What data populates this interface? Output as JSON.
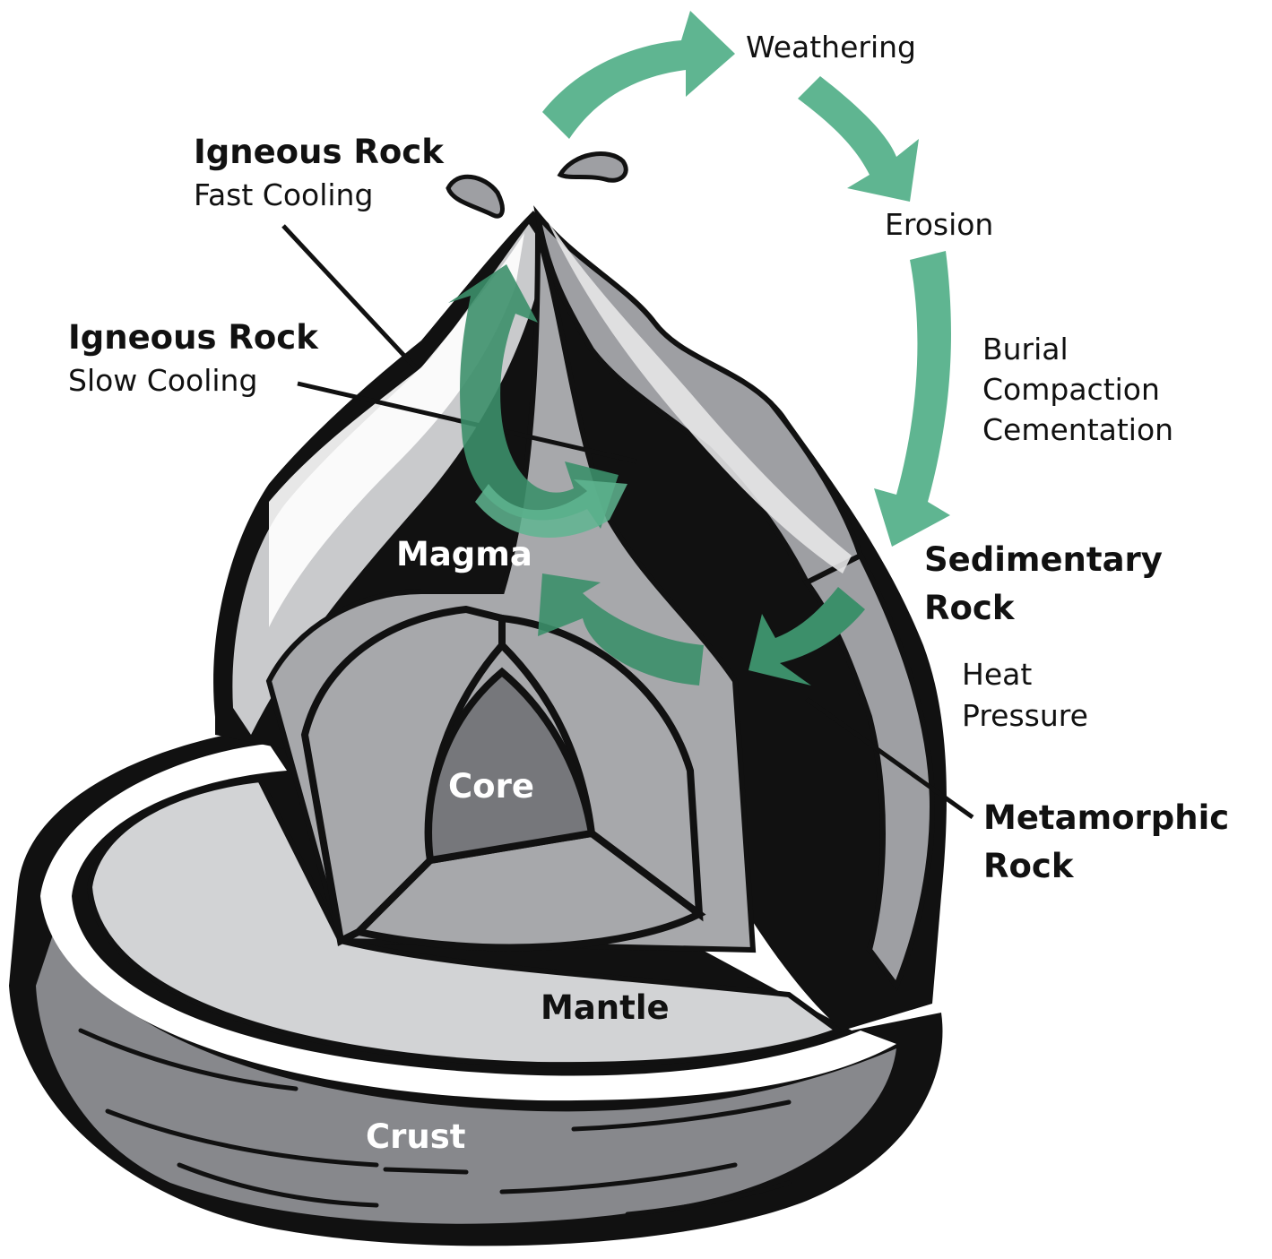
{
  "labels": {
    "weathering": "Weathering",
    "erosion": "Erosion",
    "burial": "Burial",
    "compaction": "Compaction",
    "cementation": "Cementation",
    "sedimentary_1": "Sedimentary",
    "sedimentary_2": "Rock",
    "heat": "Heat",
    "pressure": "Pressure",
    "metamorphic_1": "Metamorphic",
    "metamorphic_2": "Rock",
    "igneous_fast_title": "Igneous Rock",
    "igneous_fast_sub": "Fast Cooling",
    "igneous_slow_title": "Igneous Rock",
    "igneous_slow_sub": "Slow Cooling",
    "magma": "Magma",
    "core": "Core",
    "mantle": "Mantle",
    "crust": "Crust"
  },
  "colors": {
    "arrow_green": "#5fb591",
    "arrow_dark_green": "#3c8f6a",
    "ink": "#111111",
    "crust": "#87888c",
    "mantle": "#d2d3d5",
    "core": "#76777b",
    "magma_chamber": "#a7a8ab",
    "volcano_light": "#c9cacc",
    "sediment": "#9e9fa3"
  }
}
